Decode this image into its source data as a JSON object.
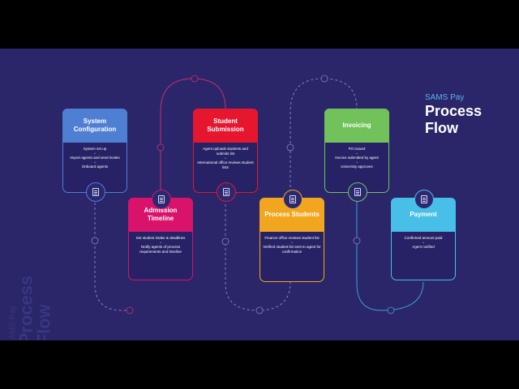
{
  "header": {
    "brand": "SAMS Pay",
    "title_line1": "Process",
    "title_line2": "Flow"
  },
  "watermark": {
    "brand": "SAMS Pay",
    "line1": "Process",
    "line2": "Flow"
  },
  "colors": {
    "background": "#2a2669",
    "blue": "#4f7fd3",
    "magenta": "#d9136b",
    "red": "#e5162e",
    "orange": "#f2a620",
    "green": "#71c25a",
    "cyan": "#48bfe6",
    "accent": "#5bb5e8"
  },
  "steps": [
    {
      "title": "System Configuration",
      "items": [
        "System set up",
        "Import agents and send invites",
        "Onboard agents"
      ],
      "icon": "settings-document-icon"
    },
    {
      "title": "Admission Timeline",
      "items": [
        "Set student intake & deadlines",
        "Notify agents of process requirements and timeline"
      ],
      "icon": "calendar-icon"
    },
    {
      "title": "Student Submission",
      "items": [
        "Agent uploads students and submits list",
        "International office reviews student lists"
      ],
      "icon": "upload-document-icon"
    },
    {
      "title": "Process Students",
      "items": [
        "Finance office reviews student list",
        "Verified student list sent to agent for confirmation"
      ],
      "icon": "graduation-cap-icon"
    },
    {
      "title": "Invoicing",
      "items": [
        "PO issued",
        "Invoice submitted by agent",
        "University approves"
      ],
      "icon": "invoice-icon"
    },
    {
      "title": "Payment",
      "items": [
        "Confirmed amount paid",
        "Agent notified"
      ],
      "icon": "payment-icon"
    }
  ]
}
